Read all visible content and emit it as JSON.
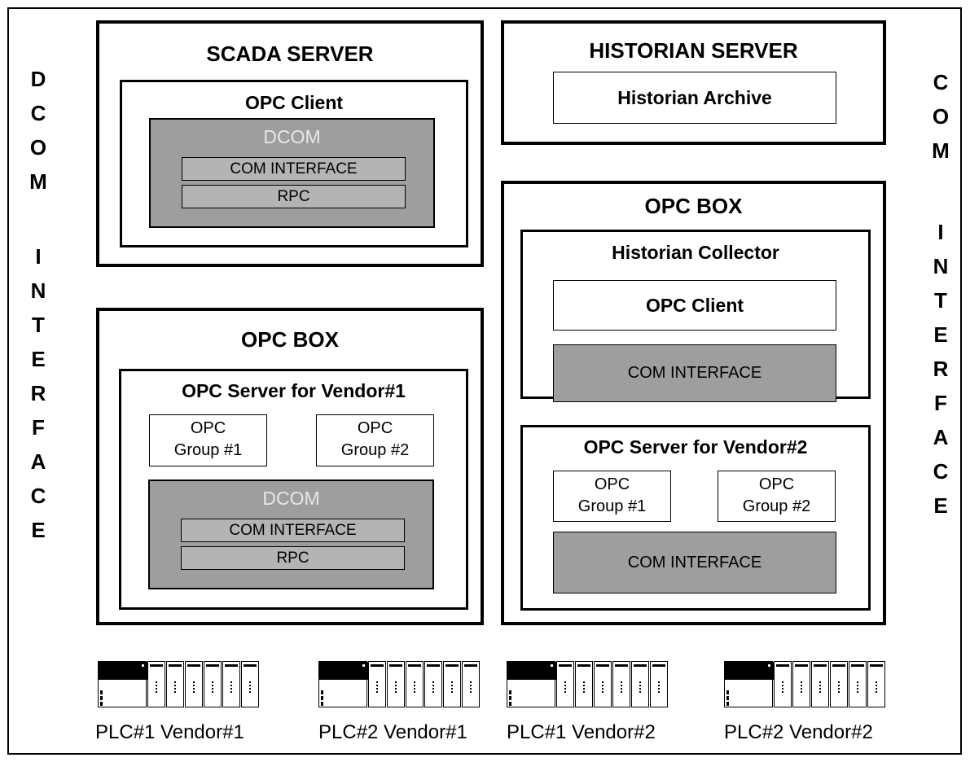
{
  "side_labels": {
    "left": [
      "D",
      "C",
      "O",
      "M",
      "",
      "I",
      "N",
      "T",
      "E",
      "R",
      "F",
      "A",
      "C",
      "E"
    ],
    "right": [
      "C",
      "O",
      "M",
      "",
      "I",
      "N",
      "T",
      "E",
      "R",
      "F",
      "A",
      "C",
      "E"
    ]
  },
  "scada": {
    "title": "SCADA SERVER",
    "opc_client": "OPC Client",
    "dcom": "DCOM",
    "com_interface": "COM INTERFACE",
    "rpc": "RPC"
  },
  "historian": {
    "title": "HISTORIAN SERVER",
    "archive": "Historian Archive"
  },
  "opc_box_left": {
    "title": "OPC BOX",
    "server": "OPC Server for Vendor#1",
    "group1": [
      "OPC",
      "Group #1"
    ],
    "group2": [
      "OPC",
      "Group #2"
    ],
    "dcom": "DCOM",
    "com_interface": "COM INTERFACE",
    "rpc": "RPC"
  },
  "opc_box_right": {
    "title": "OPC BOX",
    "collector": "Historian Collector",
    "opc_client": "OPC Client",
    "com_interface": "COM INTERFACE",
    "server": "OPC Server for Vendor#2",
    "group1": [
      "OPC",
      "Group #1"
    ],
    "group2": [
      "OPC",
      "Group #2"
    ],
    "server_com_interface": "COM INTERFACE"
  },
  "plcs": [
    {
      "label": "PLC#1 Vendor#1"
    },
    {
      "label": "PLC#2 Vendor#1"
    },
    {
      "label": "PLC#1 Vendor#2"
    },
    {
      "label": "PLC#2 Vendor#2"
    }
  ]
}
